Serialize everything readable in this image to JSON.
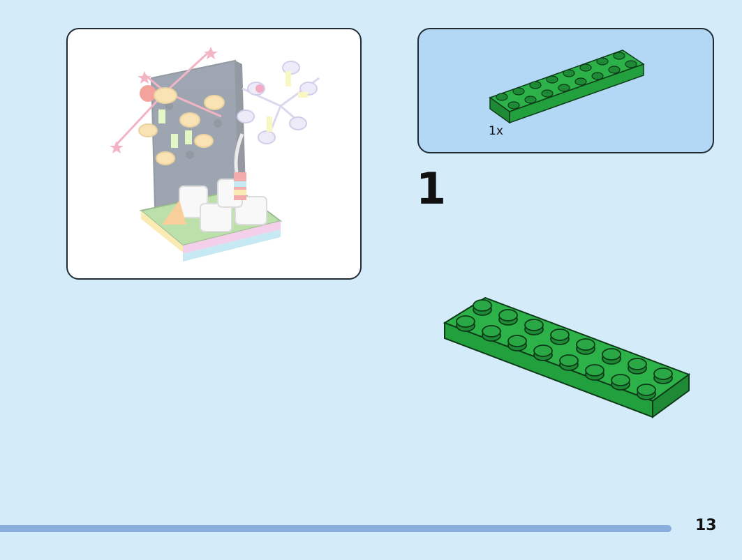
{
  "page": {
    "background_color": "#d4ebfa",
    "page_number": "13"
  },
  "preview": {
    "description_icon": "finished-model-icon",
    "wall_color": "#3d4e66",
    "opacity": 0.45
  },
  "parts": {
    "count_label": "1x",
    "part_icon": "green-plate-2x8-icon",
    "part_color": "#2db24a"
  },
  "step": {
    "number": "1",
    "brick_icon": "green-plate-2x8-icon"
  },
  "progress": {
    "color": "#8aaedd"
  }
}
